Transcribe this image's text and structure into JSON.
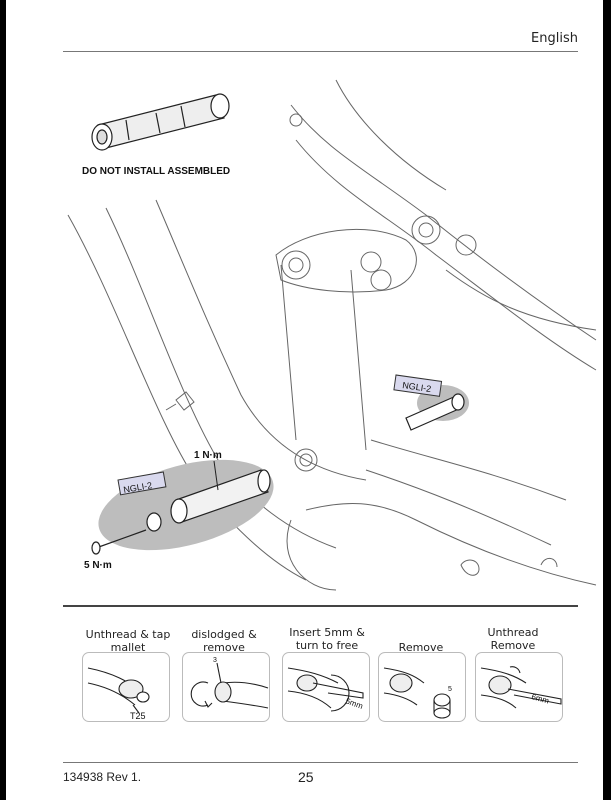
{
  "header": {
    "language": "English"
  },
  "main": {
    "warning_label": "DO NOT INSTALL ASSEMBLED",
    "torque_upper": "1 N·m",
    "torque_lower": "5 N·m",
    "grease_label_left": "NGLI-2",
    "grease_label_right": "NGLI-2"
  },
  "steps": [
    {
      "caption": "Unthread & tap mallet",
      "tag": "T25"
    },
    {
      "caption": "dislodged  & remove",
      "tag": "3"
    },
    {
      "caption": "Insert 5mm & turn to free",
      "tag": "5mm"
    },
    {
      "caption": "Remove",
      "tag": "5"
    },
    {
      "caption": "Unthread Remove",
      "tag": "6mm"
    }
  ],
  "footer": {
    "doc_code": "134938  Rev 1.",
    "page_number": "25"
  }
}
